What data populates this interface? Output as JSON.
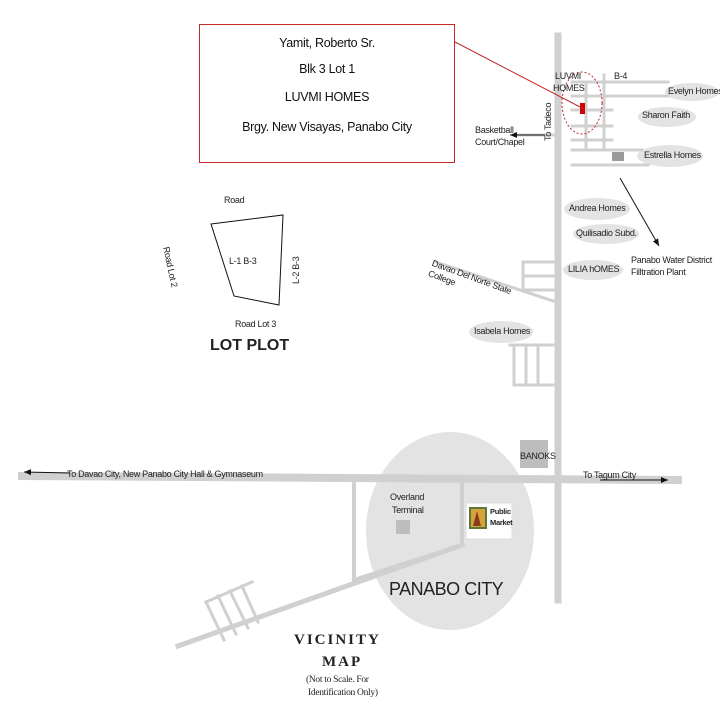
{
  "info_box": {
    "name": "Yamit, Roberto Sr.",
    "block_lot": "Blk 3 Lot  1",
    "subdivision": "LUVMI HOMES",
    "address": "Brgy. New Visayas, Panabo City"
  },
  "lot_plot": {
    "title": "LOT PLOT",
    "top": "Road",
    "left": "Road Lot  2",
    "center": "L-1  B-3",
    "right": "L-2  B-3",
    "bottom": "Road Lot 3"
  },
  "places": {
    "luvmi_homes_line1": "LUVMI",
    "luvmi_homes_line2": "HOMES",
    "b4": "B-4",
    "evelyn_homes": "Evelyn Homes",
    "sharon_faith": "Sharon Faith",
    "estrella_homes": "Estrella Homes",
    "to_tadeco": "To Tadeco",
    "basketball_line1": "Basketball",
    "basketball_line2": "Court/Chapel",
    "andrea_homes": "Andrea Homes",
    "quilisadio": "Quilisadio Subd.",
    "water_district_line1": "Panabo Water District",
    "water_district_line2": "Filltration Plant",
    "lilia_homes": "LILIA hOMES",
    "college": "Davao Del Norte State College",
    "isabela_homes": "Isabela Homes",
    "banoks": "BANOKS",
    "to_davao": "To Davao City, New Panabo City Hall & Gymnaseum",
    "to_tagum": "To Tagum City",
    "overland_line1": "Overland",
    "overland_line2": "Terminal",
    "public_market_line1": "Public",
    "public_market_line2": "Market",
    "panabo_city": "PANABO CITY"
  },
  "title": {
    "line1": "VICINITY",
    "line2": "MAP",
    "note_line1": "(Not to Scale. For",
    "note_line2": "Identification Only)"
  },
  "colors": {
    "highlight": "#c62828",
    "road": "#d2d2d2",
    "ellipse": "#e1e1e1"
  }
}
